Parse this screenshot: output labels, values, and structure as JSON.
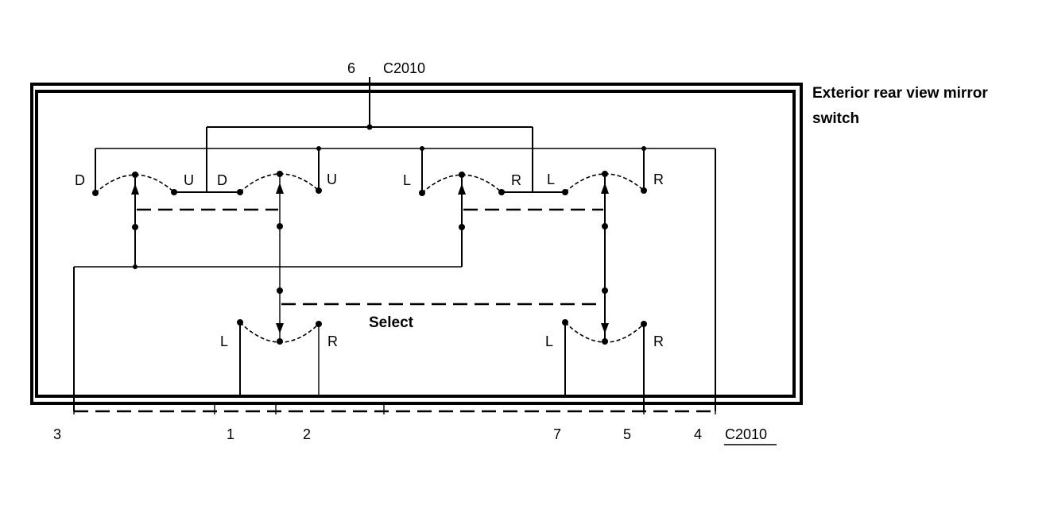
{
  "title": {
    "line1": "Exterior rear view mirror",
    "line2": "switch"
  },
  "top_connector": {
    "pin": "6",
    "name": "C2010"
  },
  "bottom_connector": {
    "name": "C2010",
    "pins": [
      "3",
      "1",
      "2",
      "7",
      "5",
      "4"
    ]
  },
  "select_label": "Select",
  "switch_labels": {
    "ud_left": [
      "D",
      "U"
    ],
    "ud_right": [
      "D",
      "U"
    ],
    "lr_left": [
      "L",
      "R"
    ],
    "lr_right": [
      "L",
      "R"
    ],
    "select_left": [
      "L",
      "R"
    ],
    "select_right": [
      "L",
      "R"
    ]
  }
}
